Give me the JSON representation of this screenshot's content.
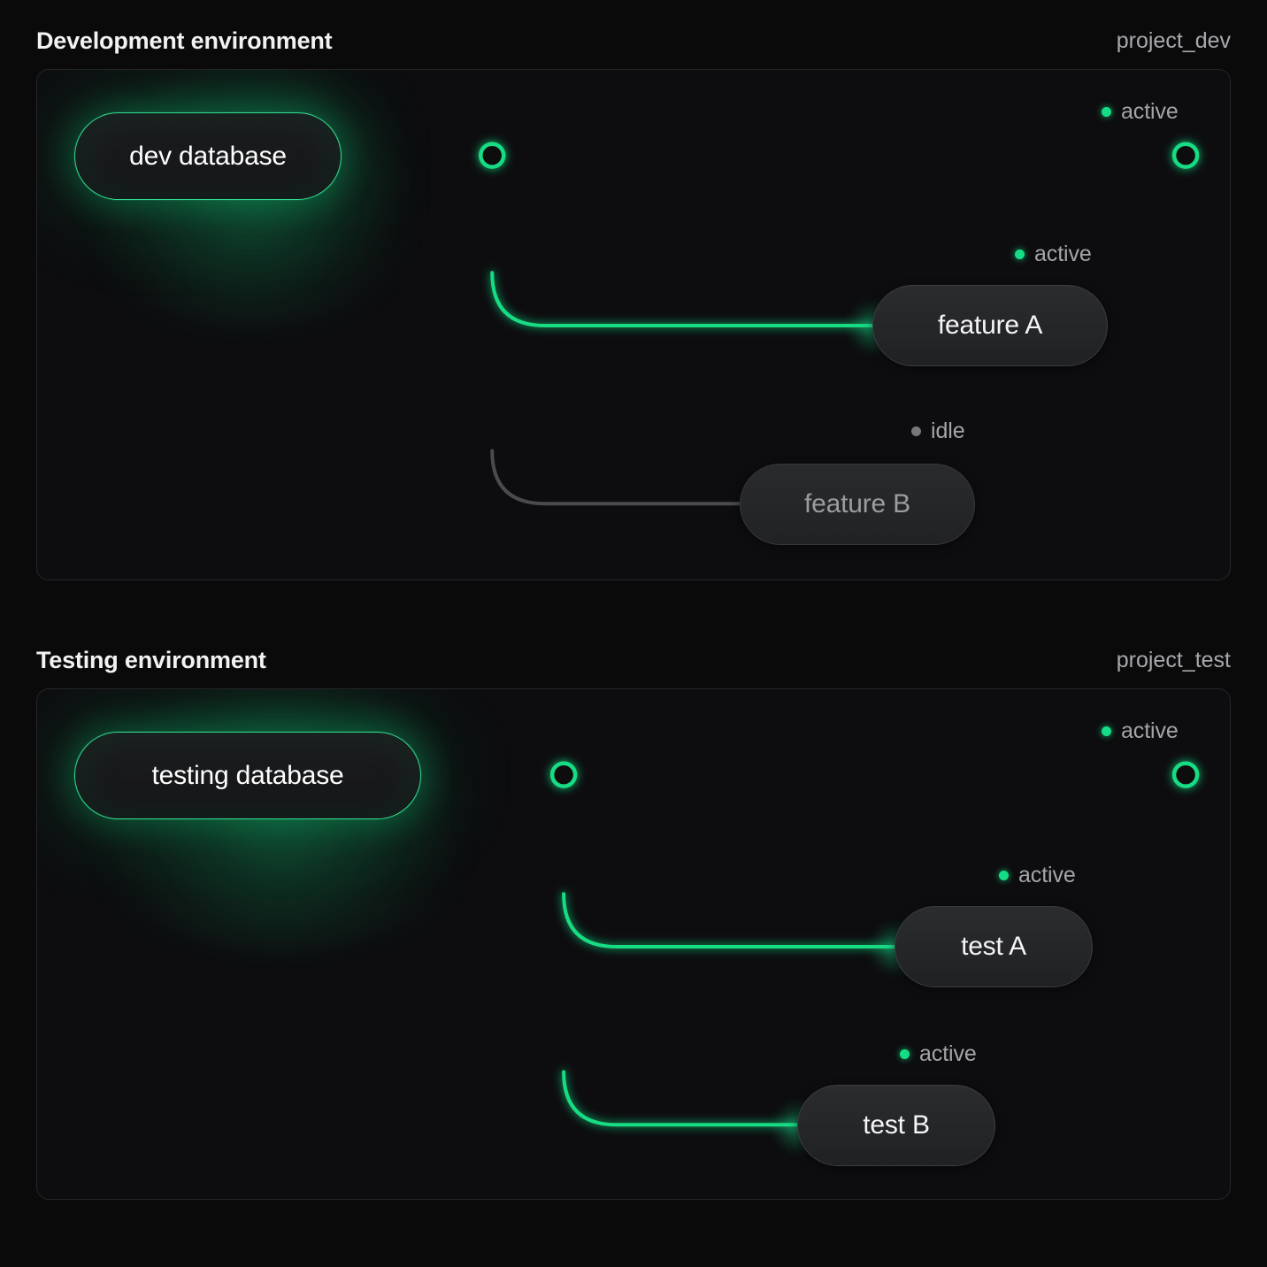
{
  "theme": {
    "background": "#0a0a0b",
    "card_background": "#0d0d0f",
    "card_border": "#26262a",
    "accent_green": "#15dd86",
    "line_active": "#18dd84",
    "line_idle": "#4a4b4e",
    "text_primary": "#f2f2f3",
    "text_muted": "#a4a5a9",
    "text_idle": "#9b9ca0"
  },
  "sections": [
    {
      "id": "dev",
      "title": "Development environment",
      "project": "project_dev",
      "nodes": [
        {
          "id": "dev-database",
          "label": "dev database",
          "kind": "primary",
          "status": null
        },
        {
          "id": "dev-trunk-end",
          "label": "",
          "kind": "endpoint",
          "status": "active",
          "status_label": "active"
        },
        {
          "id": "feature-a",
          "label": "feature A",
          "kind": "secondary",
          "status": "active",
          "status_label": "active"
        },
        {
          "id": "feature-b",
          "label": "feature B",
          "kind": "idle",
          "status": "idle",
          "status_label": "idle"
        }
      ],
      "statuses": [
        {
          "for": "dev-trunk-end",
          "label": "active",
          "state": "active"
        },
        {
          "for": "feature-a",
          "label": "active",
          "state": "active"
        },
        {
          "for": "feature-b",
          "label": "idle",
          "state": "idle"
        }
      ]
    },
    {
      "id": "test",
      "title": "Testing environment",
      "project": "project_test",
      "nodes": [
        {
          "id": "testing-database",
          "label": "testing database",
          "kind": "primary",
          "status": null
        },
        {
          "id": "test-trunk-end",
          "label": "",
          "kind": "endpoint",
          "status": "active",
          "status_label": "active"
        },
        {
          "id": "test-a",
          "label": "test A",
          "kind": "secondary",
          "status": "active",
          "status_label": "active"
        },
        {
          "id": "test-b",
          "label": "test B",
          "kind": "secondary",
          "status": "active",
          "status_label": "active"
        }
      ],
      "statuses": [
        {
          "for": "test-trunk-end",
          "label": "active",
          "state": "active"
        },
        {
          "for": "test-a",
          "label": "active",
          "state": "active"
        },
        {
          "for": "test-b",
          "label": "active",
          "state": "active"
        }
      ]
    }
  ]
}
